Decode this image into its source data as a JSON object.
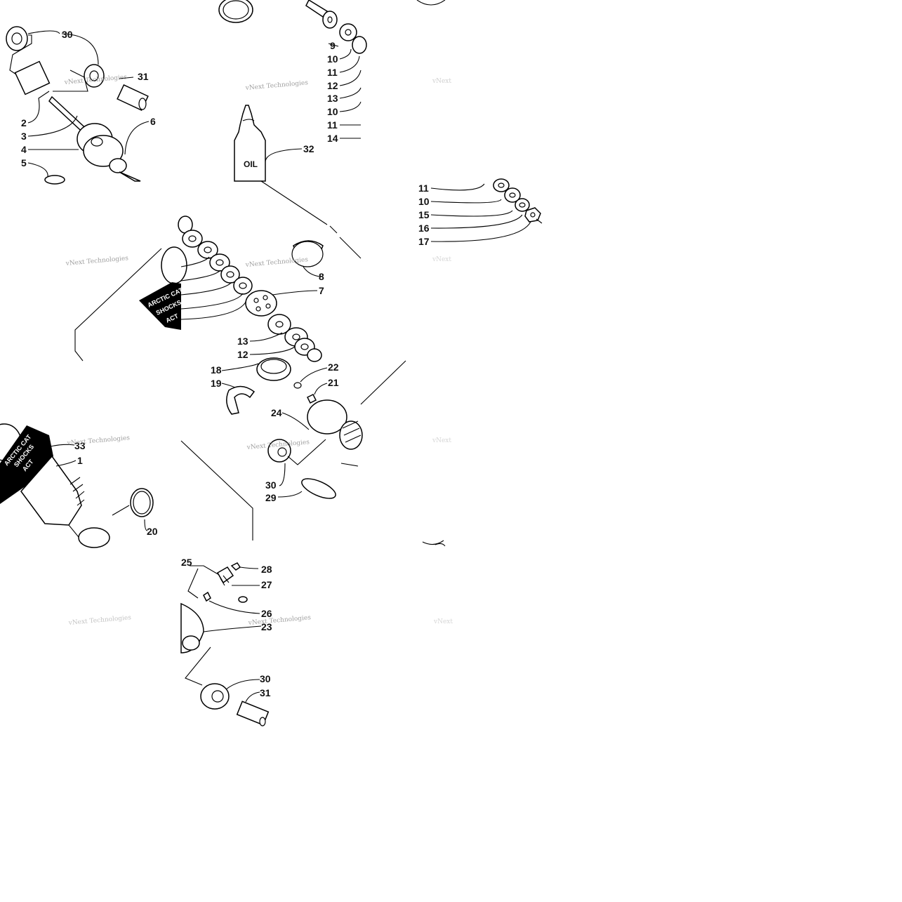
{
  "diagram": {
    "callouts": [
      "30",
      "31",
      "2",
      "3",
      "4",
      "5",
      "6",
      "9",
      "10",
      "11",
      "12",
      "13",
      "10",
      "11",
      "14",
      "32",
      "11",
      "10",
      "15",
      "16",
      "17",
      "8",
      "7",
      "13",
      "12",
      "18",
      "19",
      "22",
      "21",
      "24",
      "30",
      "29",
      "33",
      "1",
      "20",
      "25",
      "28",
      "27",
      "26",
      "23",
      "30",
      "31"
    ],
    "bottle_label": "OIL",
    "decal_text": [
      "ARCTIC CAT",
      "SHOCKS",
      "ACT"
    ],
    "watermark": "vNext Technologies",
    "colors": {
      "ink": "#000000",
      "paper": "#ffffff",
      "watermark": "#888888"
    }
  }
}
